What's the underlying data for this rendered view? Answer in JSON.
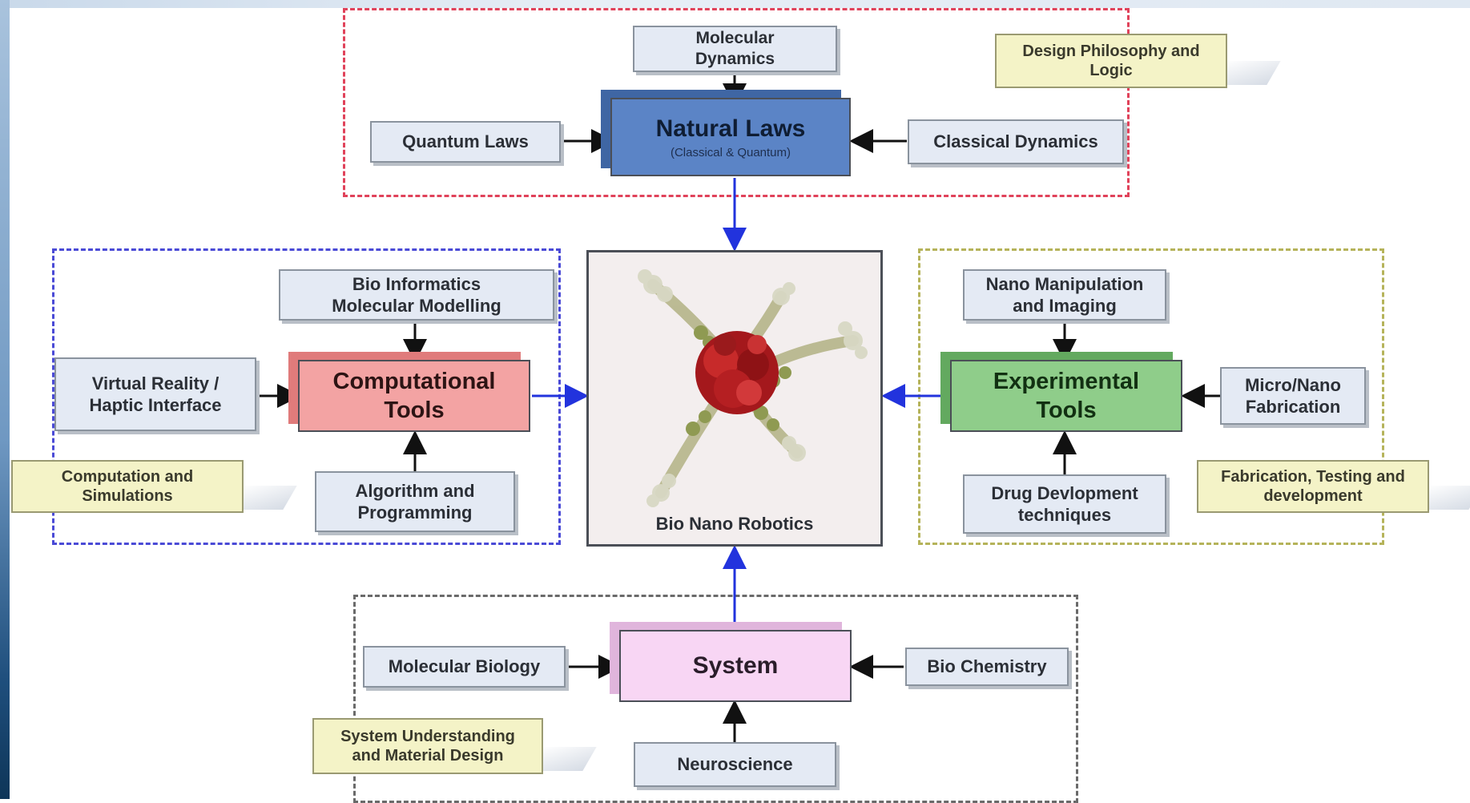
{
  "diagram": {
    "hubs": {
      "natural_laws": {
        "title": "Natural Laws",
        "subtitle": "(Classical & Quantum)"
      },
      "computational_tools": {
        "title_line1": "Computational",
        "title_line2": "Tools"
      },
      "experimental_tools": {
        "title_line1": "Experimental",
        "title_line2": "Tools"
      },
      "system": {
        "title": "System"
      }
    },
    "center": {
      "caption": "Bio Nano Robotics"
    },
    "boxes": {
      "molecular_dynamics": {
        "line1": "Molecular",
        "line2": "Dynamics"
      },
      "quantum_laws": "Quantum Laws",
      "classical_dynamics": "Classical Dynamics",
      "bio_informatics": {
        "line1": "Bio Informatics",
        "line2": "Molecular Modelling"
      },
      "virtual_reality": {
        "line1": "Virtual Reality /",
        "line2": "Haptic Interface"
      },
      "algorithm": {
        "line1": "Algorithm and",
        "line2": "Programming"
      },
      "nano_manipulation": {
        "line1": "Nano Manipulation",
        "line2": "and Imaging"
      },
      "micro_nano": {
        "line1": "Micro/Nano",
        "line2": "Fabrication"
      },
      "drug_development": {
        "line1": "Drug Devlopment",
        "line2": "techniques"
      },
      "molecular_biology": "Molecular Biology",
      "bio_chemistry": "Bio Chemistry",
      "neuroscience": "Neuroscience"
    },
    "notes": {
      "design_philosophy": {
        "line1": "Design Philosophy and",
        "line2": "Logic"
      },
      "computation_simulations": {
        "line1": "Computation and",
        "line2": "Simulations"
      },
      "fabrication_testing": {
        "line1": "Fabrication, Testing and",
        "line2": "development"
      },
      "system_understanding": {
        "line1": "System Understanding",
        "line2": "and Material Design"
      }
    },
    "colors": {
      "natural_laws": "#5b84c6",
      "computational_tools": "#f3a3a3",
      "experimental_tools": "#8fcd8a",
      "system": "#f8d6f4",
      "group_natural": "#e0425a",
      "group_computational": "#4a4ad6",
      "group_experimental": "#b5b35a",
      "group_system": "#6a6a6a",
      "arrow_blue": "#2233dd",
      "arrow_black": "#111111"
    }
  }
}
